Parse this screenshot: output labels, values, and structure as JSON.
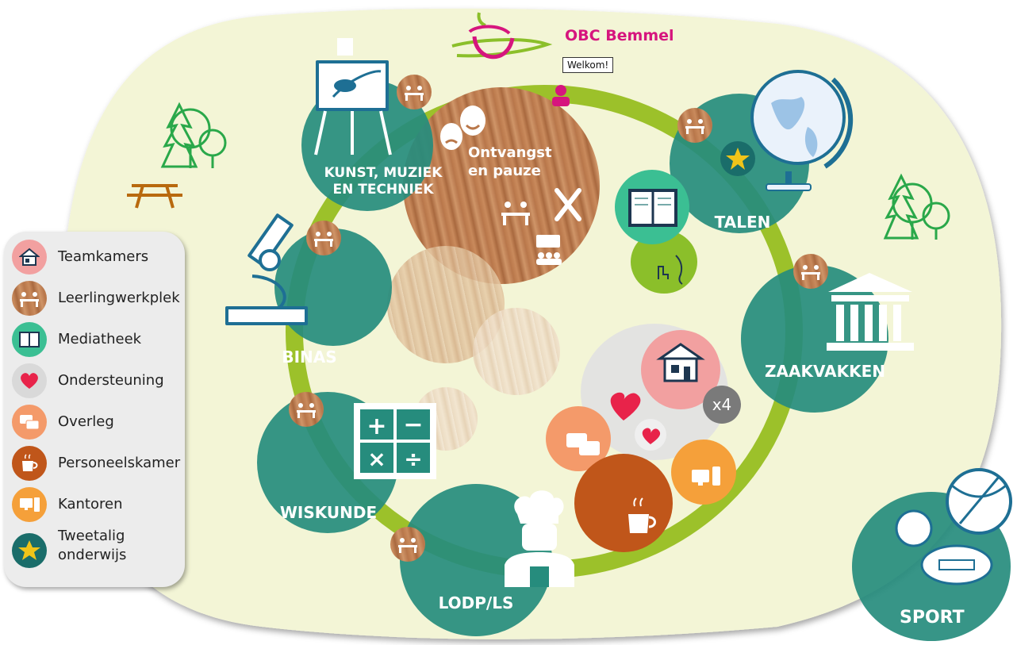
{
  "header": {
    "school_name": "OBC Bemmel",
    "welcome_bubble": "Welkom!"
  },
  "zones": {
    "kunst": "KUNST, MUZIEK\nEN TECHNIEK",
    "ontvangst": "Ontvangst\nen pauze",
    "talen": "TALEN",
    "binas": "BINAS",
    "zaakvakken": "ZAAKVAKKEN",
    "wiskunde": "WISKUNDE",
    "lodp": "LODP/LS",
    "sport": "SPORT"
  },
  "teamkamer_count": "x4",
  "legend": {
    "items": [
      {
        "label": "Teamkamers",
        "icon": "house-icon",
        "color": "#f2a0a0"
      },
      {
        "label": "Leerlingwerkplek",
        "icon": "student-desk-icon",
        "color": "#b9774a"
      },
      {
        "label": "Mediatheek",
        "icon": "book-icon",
        "color": "#3bbf93"
      },
      {
        "label": "Ondersteuning",
        "icon": "heart-icon",
        "color": "#d9d9d9"
      },
      {
        "label": "Overleg",
        "icon": "chat-bubbles-icon",
        "color": "#f49a6a"
      },
      {
        "label": "Personeelskamer",
        "icon": "coffee-cup-icon",
        "color": "#c0561a"
      },
      {
        "label": "Kantoren",
        "icon": "computer-icon",
        "color": "#f5a03a"
      },
      {
        "label": "Tweetalig\nonderwijs",
        "icon": "star-icon",
        "color": "#1a6d6a"
      }
    ]
  },
  "colors": {
    "background_blob": "#f3f5d6",
    "ring": "#9cc12a",
    "teal": "#268c7d",
    "brand_magenta": "#d6157e"
  }
}
